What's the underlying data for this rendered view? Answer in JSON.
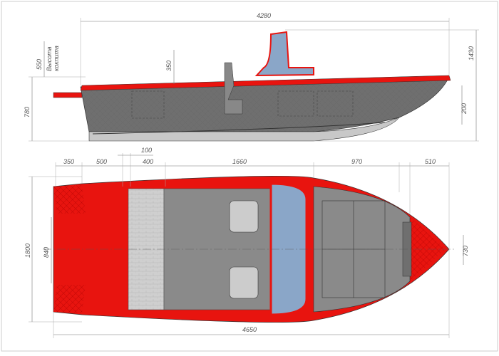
{
  "drawing": {
    "side_view": {
      "overall_length": "4280",
      "cockpit_height_value": "550",
      "cockpit_height_label_1": "Высота",
      "cockpit_height_label_2": "кокпита",
      "side_height": "780",
      "seat_height": "350",
      "overall_height": "1430",
      "transom_height": "200"
    },
    "top_view": {
      "segments": [
        "350",
        "500",
        "100",
        "400",
        "1660",
        "970",
        "510"
      ],
      "beam": "1800",
      "stern_width": "840",
      "bow_width": "730",
      "overall_length": "4650"
    },
    "colors": {
      "red": "#e8140f",
      "hull_gray": "#6f6f6f",
      "deck_gray": "#8a8a8a",
      "glass_blue": "#8aa6c8",
      "bottom_gray": "#c8c8c8"
    }
  }
}
